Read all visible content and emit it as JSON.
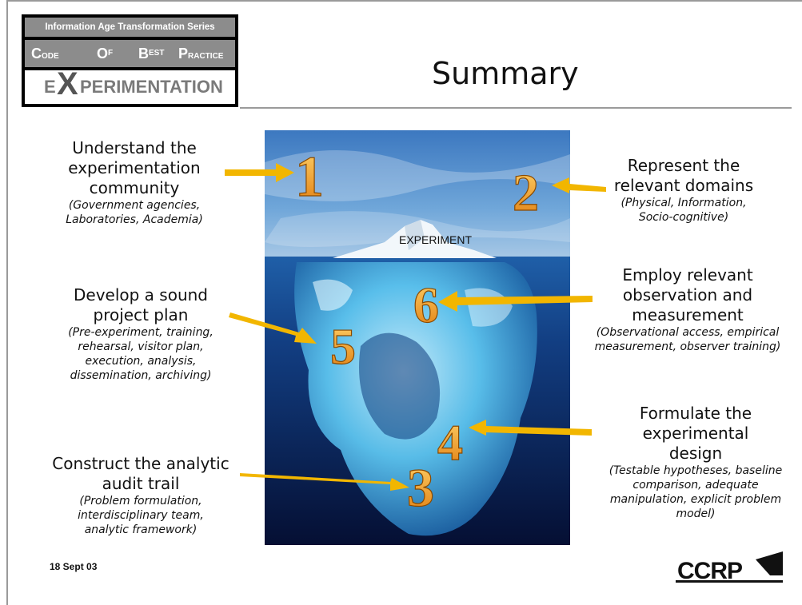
{
  "series": {
    "top_label": "Information Age Transformation Series",
    "code_words": [
      {
        "cap": "C",
        "rest": "ODE"
      },
      {
        "cap": "O",
        "rest": "F"
      },
      {
        "cap": "B",
        "rest": "EST"
      },
      {
        "cap": "P",
        "rest": "RACTICE"
      }
    ],
    "exp_pre": "E",
    "exp_x": "X",
    "exp_post": "PERIMENTATION"
  },
  "title": "Summary",
  "iceberg": {
    "label": "EXPERIMENT",
    "numbers": [
      "1",
      "2",
      "3",
      "4",
      "5",
      "6"
    ]
  },
  "items": {
    "one": {
      "head": "Understand the experimentation community",
      "sub": "(Government agencies, Laboratories, Academia)"
    },
    "two": {
      "head": "Represent the relevant domains",
      "sub": "(Physical, Information, Socio-cognitive)"
    },
    "three": {
      "head": "Construct the analytic audit trail",
      "sub": "(Problem formulation, interdisciplinary team, analytic framework)"
    },
    "four": {
      "head": "Formulate the experimental design",
      "sub": "(Testable hypotheses, baseline comparison, adequate manipulation, explicit problem model)"
    },
    "five": {
      "head": "Develop a sound project plan",
      "sub": "(Pre-experiment, training, rehearsal, visitor plan, execution, analysis, dissemination, archiving)"
    },
    "six": {
      "head": "Employ relevant observation and measurement",
      "sub": "(Observational access, empirical measurement, observer training)"
    }
  },
  "date": "18 Sept 03",
  "logo_text": "CCRP",
  "colors": {
    "arrow": "#f2b600",
    "number_fill": "#f3a21a",
    "number_stroke": "#8a4a00",
    "sky_top": "#3f7fc4",
    "water_deep": "#061a48"
  }
}
